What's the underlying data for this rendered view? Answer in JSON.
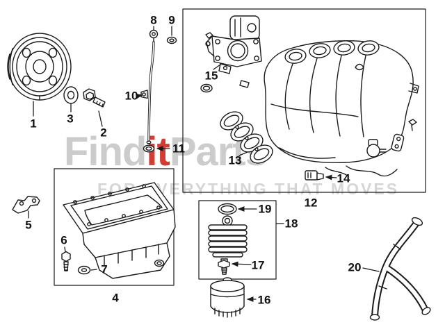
{
  "watermark": {
    "brand_prefix": "Find",
    "brand_accent": "it",
    "brand_suffix": "Parts",
    "tagline": "FOR EVERYTHING THAT MOVES"
  },
  "colors": {
    "line": "#1a1a1a",
    "watermark_gray": "#cccccc",
    "watermark_accent": "#d23c32",
    "background": "#ffffff"
  },
  "callouts": [
    {
      "label": "1"
    },
    {
      "label": "2"
    },
    {
      "label": "3"
    },
    {
      "label": "4"
    },
    {
      "label": "5"
    },
    {
      "label": "6"
    },
    {
      "label": "7"
    },
    {
      "label": "8"
    },
    {
      "label": "9"
    },
    {
      "label": "10"
    },
    {
      "label": "11"
    },
    {
      "label": "12"
    },
    {
      "label": "13"
    },
    {
      "label": "14"
    },
    {
      "label": "15"
    },
    {
      "label": "16"
    },
    {
      "label": "17"
    },
    {
      "label": "18"
    },
    {
      "label": "19"
    },
    {
      "label": "20"
    }
  ]
}
